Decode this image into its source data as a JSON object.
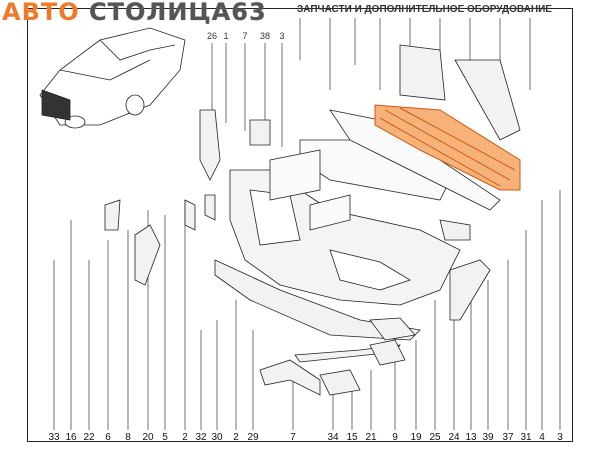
{
  "header": {
    "logo_left": "АВТО",
    "logo_right": "СТОЛИЦА63",
    "tagline": "ЗАПЧАСТИ И ДОПОЛНИТЕЛЬНОЕ ОБОРУДОВАНИЕ"
  },
  "top_callouts": [
    "26",
    "1",
    "7",
    "38",
    "3"
  ],
  "bottom_callouts": [
    "33",
    "16",
    "22",
    "6",
    "8",
    "20",
    "5",
    "2",
    "32",
    "30",
    "2",
    "29",
    "7",
    "34",
    "15",
    "21",
    "9",
    "19",
    "25",
    "24",
    "13",
    "39",
    "37",
    "31",
    "4",
    "3"
  ],
  "colors": {
    "highlight": "#f07a2a",
    "line": "#222222"
  }
}
